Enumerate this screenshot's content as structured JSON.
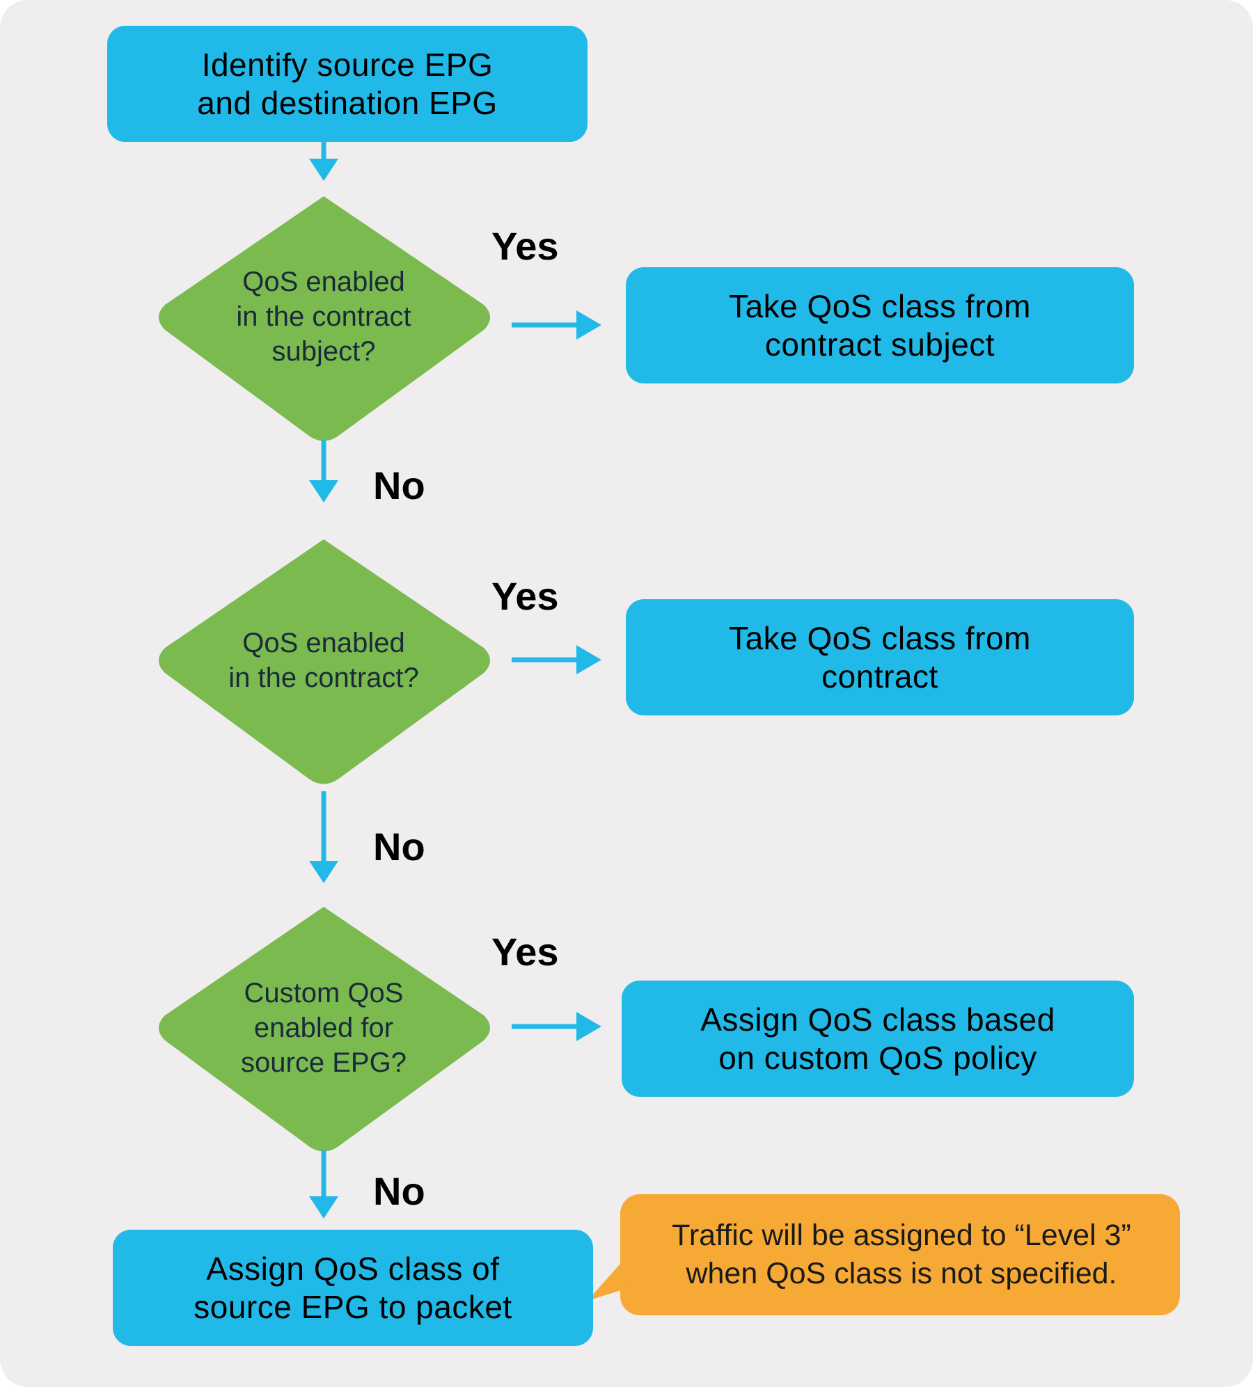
{
  "colors": {
    "background": "#efeded",
    "process_box": "#21b9e8",
    "decision": "#7aba4f",
    "arrow": "#21b9e8",
    "note": "#f6a935"
  },
  "start": {
    "text": "Identify source EPG\nand destination EPG"
  },
  "decisions": [
    {
      "text": "QoS enabled\nin the contract\nsubject?",
      "yes_label": "Yes",
      "no_label": "No",
      "yes_result": "Take QoS class from\ncontract subject"
    },
    {
      "text": "QoS enabled\nin the contract?",
      "yes_label": "Yes",
      "no_label": "No",
      "yes_result": "Take QoS class from\ncontract"
    },
    {
      "text": "Custom QoS\nenabled for\nsource EPG?",
      "yes_label": "Yes",
      "no_label": "No",
      "yes_result": "Assign QoS class based\non custom QoS policy"
    }
  ],
  "end": {
    "text": "Assign QoS class of\nsource EPG to packet"
  },
  "note": {
    "text": "Traffic will be assigned to “Level 3”\nwhen QoS class is not specified."
  }
}
